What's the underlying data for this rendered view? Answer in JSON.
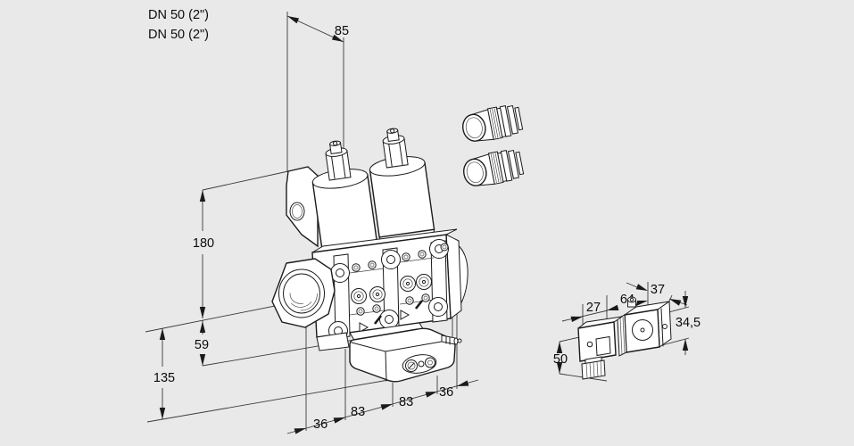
{
  "illustration": {
    "type": "isometric-technical-drawing",
    "subject": "double solenoid valve with pressure regulator, two sealing plugs and solenoid coil unit"
  },
  "labels": {
    "dn_line1": "DN 50 (2\")",
    "dn_line2": "DN 50 (2\")"
  },
  "dims": {
    "top_width": "85",
    "height_center_to_top": "180",
    "center_to_body_bottom": "59",
    "center_to_regulator_bottom": "135",
    "base_seg1": "36",
    "base_seg2": "83",
    "base_seg3": "83",
    "base_seg4": "36",
    "coil_width": "27",
    "coil_length": "64",
    "coil_cap": "37",
    "coil_height": "34,5",
    "coil_conn_height": "50"
  },
  "colors": {
    "background": "#e9e9e9",
    "line": "#1c1c1c",
    "dimension_line": "#3a3a3a",
    "fill": "#ffffff",
    "text": "#0c0c0c"
  }
}
